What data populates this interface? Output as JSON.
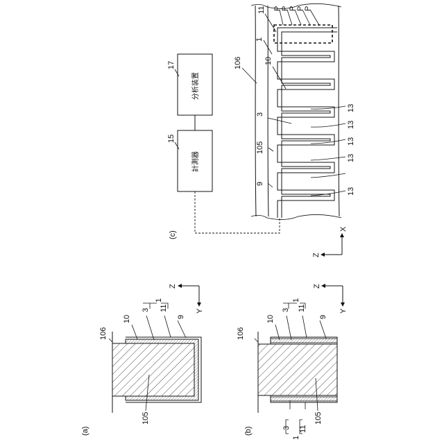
{
  "panels": {
    "a": "(a)",
    "b": "(b)",
    "c": "(c)"
  },
  "refs": {
    "r1": "1",
    "r3": "3",
    "r9": "9",
    "r10": "10",
    "r11": "11",
    "r13": "13",
    "r15": "15",
    "r17": "17",
    "r105": "105",
    "r106": "106",
    "rP": "P"
  },
  "axes": {
    "z": "Z",
    "y": "Y",
    "x": "X"
  },
  "boxes": {
    "measure": "計測器",
    "analyze": "分析装置"
  }
}
